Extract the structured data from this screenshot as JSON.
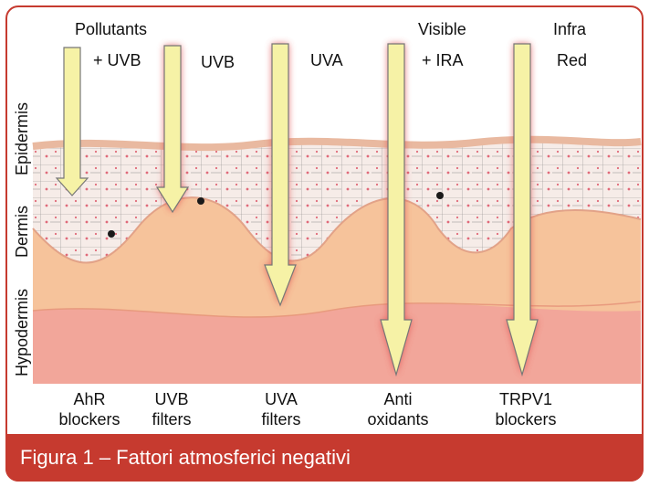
{
  "top_labels": {
    "pollutants_line1": "Pollutants",
    "pollutants_line2": "+ UVB",
    "uvb": "UVB",
    "uva": "UVA",
    "visible_line1": "Visible",
    "visible_line2": "+ IRA",
    "infra_line1": "Infra",
    "infra_line2": "Red"
  },
  "layers": {
    "epidermis": "Epidermis",
    "dermis": "Dermis",
    "hypodermis": "Hypodermis"
  },
  "protections": [
    {
      "line1": "AhR",
      "line2": "blockers"
    },
    {
      "line1": "UVB",
      "line2": "filters"
    },
    {
      "line1": "UVA",
      "line2": "filters"
    },
    {
      "line1": "Anti",
      "line2": "oxidants"
    },
    {
      "line1": "TRPV1",
      "line2": "blockers"
    }
  ],
  "caption": "Figura 1 – Fattori atmosferici negativi",
  "colors": {
    "frame": "#c63a2f",
    "arrow_fill": "#f6f2a6",
    "arrow_glow": "#e04a4a",
    "epidermis": "#f3e6dc",
    "dermis": "#f6c39b",
    "hypodermis": "#f2a69a"
  }
}
